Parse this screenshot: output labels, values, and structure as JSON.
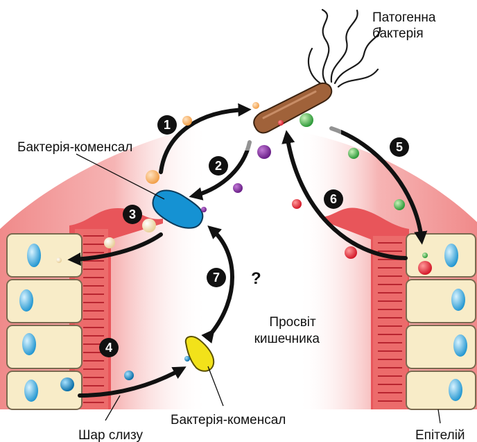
{
  "labels": {
    "pathogen": [
      "Патогенна",
      "бактерія"
    ],
    "commensal_top": "Бактерія-коменсал",
    "commensal_bottom": "Бактерія-коменсал",
    "lumen": [
      "Просвіт",
      "кишечника"
    ],
    "mucus": "Шар слизу",
    "epithelium": "Епітелій"
  },
  "steps": [
    "1",
    "2",
    "3",
    "4",
    "5",
    "6",
    "7"
  ],
  "question_mark": "?",
  "colors": {
    "pathogen_body": "#a0623a",
    "commensal_blue": "#1592d3",
    "commensal_yellow": "#f2e21a",
    "mucus_pink": "#f08a8a",
    "villi_red": "#e8555a",
    "epithelial_cell": "#f8ecc8",
    "nucleus_blue": "#2aa2d8",
    "arrow": "#111111"
  }
}
